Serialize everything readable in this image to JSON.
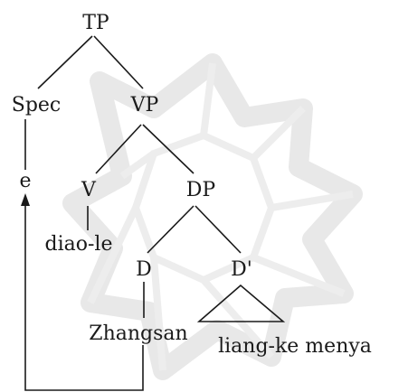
{
  "tree": {
    "tp": "TP",
    "spec": "Spec",
    "vp": "VP",
    "e": "e",
    "v": "V",
    "dp": "DP",
    "v_word": "diao-le",
    "d": "D",
    "d_bar": "D'",
    "d_word": "Zhangsan",
    "dbar_phrase": "liang-ke menya"
  },
  "colors": {
    "line": "#1a1a1a",
    "text": "#1a1a1a",
    "watermark": "#e6e6e6"
  }
}
